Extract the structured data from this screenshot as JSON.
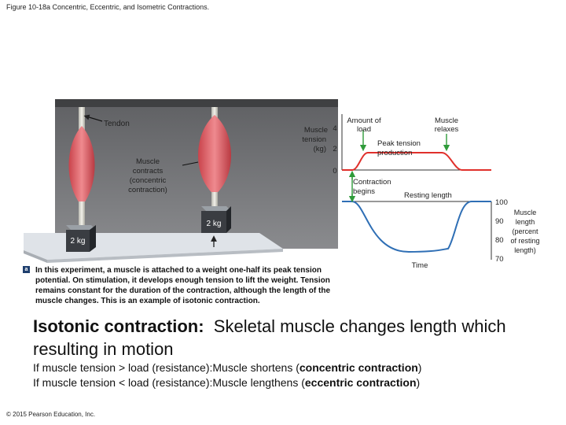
{
  "figure_title": "Figure 10-18a Concentric, Eccentric, and Isometric Contractions.",
  "illustration": {
    "tendon_label": "Tendon",
    "contracts_label": [
      "Muscle",
      "contracts",
      "(concentric",
      "contraction)"
    ],
    "weight_label_floor": "2 kg",
    "weight_label_lifted": "2 kg",
    "panel_badge": "a"
  },
  "graph": {
    "tension_axis_label": [
      "Muscle",
      "tension",
      "(kg)"
    ],
    "tension_ticks": [
      "4",
      "2",
      "0"
    ],
    "amount_of_load_label": [
      "Amount of",
      "load"
    ],
    "muscle_relaxes_label": [
      "Muscle",
      "relaxes"
    ],
    "peak_tension_label": [
      "Peak tension",
      "production"
    ],
    "contraction_begins_label": [
      "Contraction",
      "begins"
    ],
    "resting_length_label": "Resting length",
    "length_ticks": [
      "100",
      "90",
      "80",
      "70"
    ],
    "length_axis_label": [
      "Muscle",
      "length",
      "(percent",
      "of resting",
      "length)"
    ],
    "time_label": "Time",
    "colors": {
      "tension_curve": "#e0302b",
      "length_curve": "#2f6fb5",
      "arrows": "#2f9b3a"
    }
  },
  "caption": "In this experiment, a muscle is attached to a weight one-half its peak tension potential. On stimulation, it develops enough tension to lift the weight. Tension remains constant for the duration of the contraction, although the length of the muscle changes. This is an example of isotonic contraction.",
  "headline": {
    "bold": "Isotonic contraction:",
    "rest": "Skeletal muscle changes length which resulting in motion"
  },
  "rules": [
    {
      "prefix": "If muscle tension > load (resistance):Muscle shortens (",
      "bold": "concentric contraction",
      "suffix": ")"
    },
    {
      "prefix": "If muscle tension < load (resistance):Muscle lengthens (",
      "bold": "eccentric contraction",
      "suffix": ")"
    }
  ],
  "copyright": "© 2015 Pearson Education, Inc."
}
